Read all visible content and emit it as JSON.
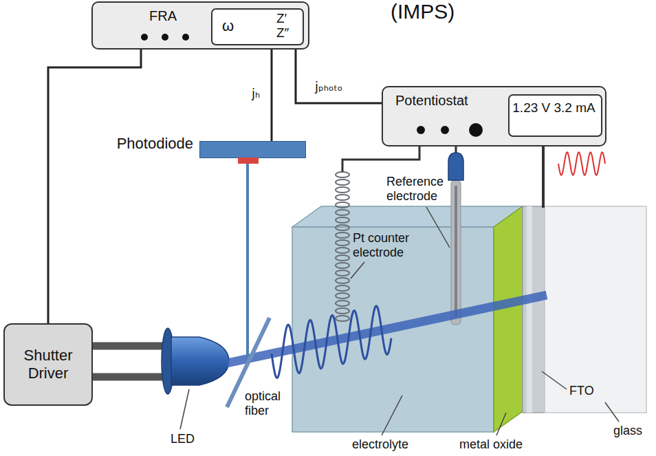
{
  "diagram": {
    "title": "(IMPS)",
    "nodes": [
      {
        "text": [
          "FRA"
        ]
      },
      {
        "text": [
          "ω",
          "Z′ Z″"
        ],
        "in": 0
      },
      {
        "text": [
          "Potentiostat"
        ]
      },
      {
        "text": [
          "1.23 V 3.2 mA"
        ],
        "in": 2
      },
      {
        "text": [
          "Photodiode"
        ]
      },
      {
        "text": [
          "Shutter Driver"
        ]
      }
    ],
    "edges": [
      {
        "from": 0,
        "to": 5,
        "arrow": "none"
      },
      {
        "from": 0,
        "to": 4,
        "label": "jₕ",
        "arrow": "none"
      },
      {
        "from": 0,
        "to": 2,
        "label": "jₚₕₒₜₒ",
        "arrow": "none"
      }
    ],
    "labels": [
      "Reference electrode",
      "Pt counter electrode",
      "optical fiber",
      "LED",
      "electrolyte",
      "metal oxide",
      "FTO",
      "glass"
    ]
  }
}
